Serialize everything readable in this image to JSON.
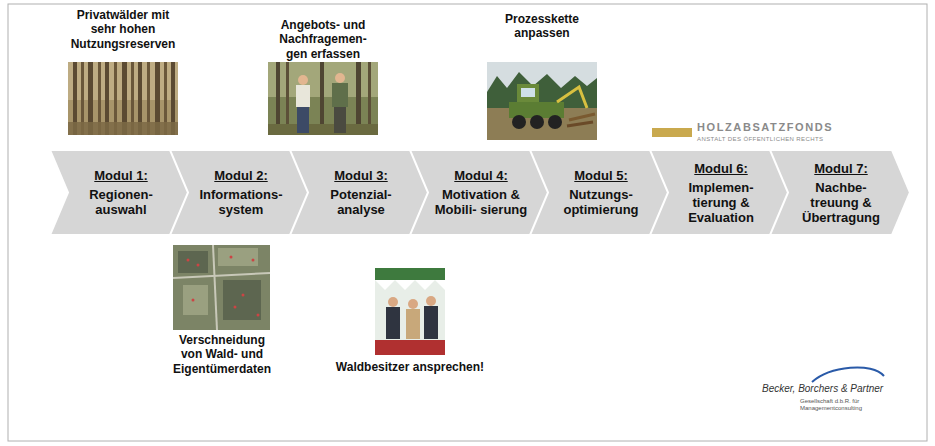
{
  "diagram": {
    "nodes": [
      {
        "text": [
          "Modul 1:",
          "Regionen- auswahl"
        ]
      },
      {
        "text": [
          "Modul 2:",
          "Informations- system"
        ]
      },
      {
        "text": [
          "Modul 3:",
          "Potenzial- analyse"
        ]
      },
      {
        "text": [
          "Modul 4:",
          "Motivation & Mobili- sierung"
        ]
      },
      {
        "text": [
          "Modul 5:",
          "Nutzungs- optimierung"
        ]
      },
      {
        "text": [
          "Modul 6:",
          "Implemen- tierung & Evaluation"
        ]
      },
      {
        "text": [
          "Modul 7:",
          "Nachbe- treuung & Übertragung"
        ]
      }
    ],
    "labels": [
      "Privatwälder mit sehr hohen Nutzungsreserven",
      "Angebots- und Nachfragemen- gen erfassen",
      "Prozesskette anpassen",
      "HOLZABSATZFONDS",
      "ANSTALT DES ÖFFENTLICHEN RECHTS",
      "Verschneidung von Wald- und Eigentümerdaten",
      "Waldbesitzer ansprechen!",
      "Becker, Borchers & Partner",
      "Gesellschaft d.b.R. für Managementconsulting"
    ]
  }
}
